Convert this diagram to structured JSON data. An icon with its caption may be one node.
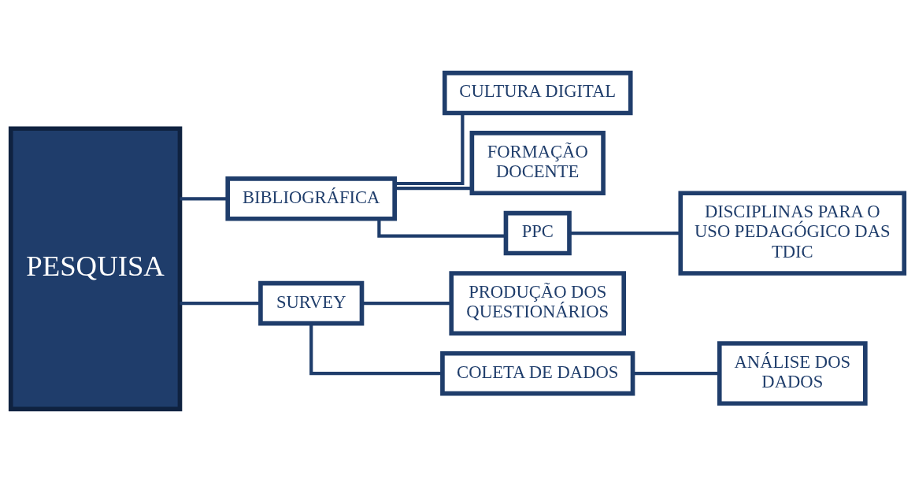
{
  "diagram": {
    "nodes": [
      {
        "text": [
          "PESQUISA"
        ]
      },
      {
        "text": [
          "BIBLIOGRÁFICA"
        ]
      },
      {
        "text": [
          "SURVEY"
        ]
      },
      {
        "text": [
          "CULTURA DIGITAL"
        ]
      },
      {
        "text": [
          "FORMAÇÃO DOCENTE"
        ]
      },
      {
        "text": [
          "PPC"
        ]
      },
      {
        "text": [
          "DISCIPLINAS PARA O USO PEDAGÓGICO DAS TDIC"
        ]
      },
      {
        "text": [
          "PRODUÇÃO DOS QUESTIONÁRIOS"
        ]
      },
      {
        "text": [
          "COLETA DE DADOS"
        ]
      },
      {
        "text": [
          "ANÁLISE DOS DADOS"
        ]
      }
    ],
    "edges": [
      {
        "from": 0,
        "to": 1,
        "arrow": "none"
      },
      {
        "from": 0,
        "to": 2,
        "arrow": "none"
      },
      {
        "from": 1,
        "to": 3,
        "arrow": "none"
      },
      {
        "from": 1,
        "to": 4,
        "arrow": "none"
      },
      {
        "from": 1,
        "to": 5,
        "arrow": "none"
      },
      {
        "from": 5,
        "to": 6,
        "arrow": "none"
      },
      {
        "from": 2,
        "to": 7,
        "arrow": "none"
      },
      {
        "from": 2,
        "to": 8,
        "arrow": "none"
      },
      {
        "from": 8,
        "to": 9,
        "arrow": "none"
      }
    ]
  }
}
